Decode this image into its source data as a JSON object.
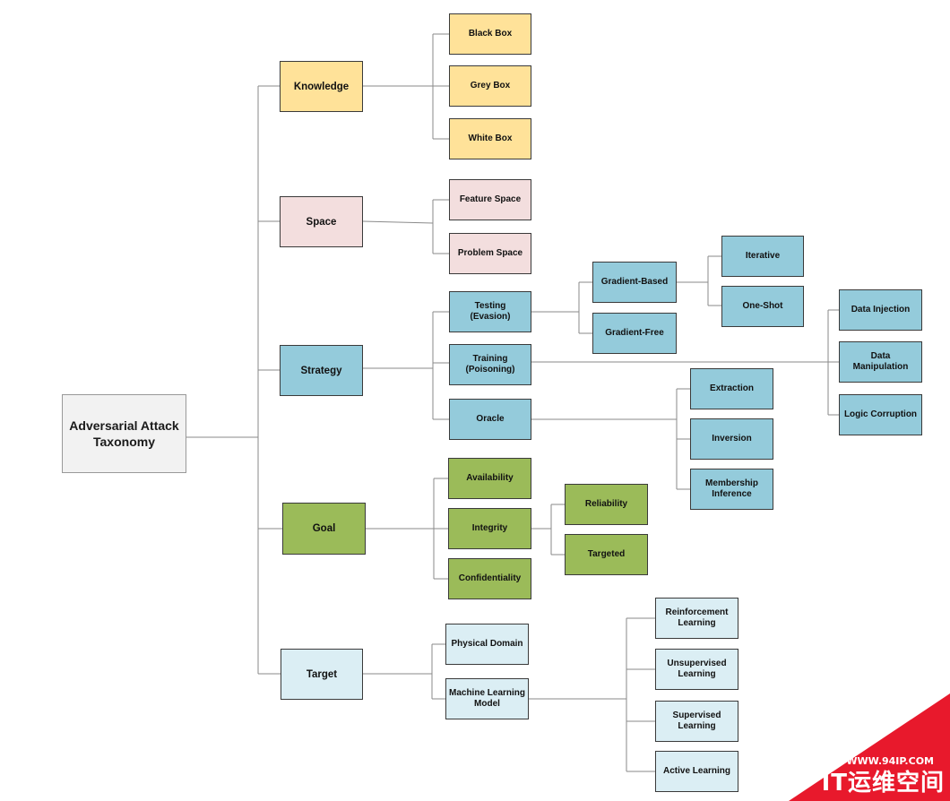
{
  "root": "Adversarial Attack\nTaxonomy",
  "knowledge": {
    "label": "Knowledge",
    "children": [
      "Black Box",
      "Grey Box",
      "White Box"
    ]
  },
  "space": {
    "label": "Space",
    "children": [
      "Feature Space",
      "Problem Space"
    ]
  },
  "strategy": {
    "label": "Strategy",
    "testing": "Testing\n(Evasion)",
    "training": "Training\n(Poisoning)",
    "oracle": "Oracle",
    "gradient_based": "Gradient-Based",
    "gradient_free": "Gradient-Free",
    "iterative": "Iterative",
    "one_shot": "One-Shot",
    "poisoning": [
      "Data Injection",
      "Data Manipulation",
      "Logic Corruption"
    ],
    "oracle_children": [
      "Extraction",
      "Inversion",
      "Membership\nInference"
    ]
  },
  "goal": {
    "label": "Goal",
    "availability": "Availability",
    "integrity": "Integrity",
    "confidentiality": "Confidentiality",
    "integrity_children": [
      "Reliability",
      "Targeted"
    ]
  },
  "target": {
    "label": "Target",
    "physical": "Physical Domain",
    "ml_model": "Machine Learning\nModel",
    "ml_children": [
      "Reinforcement\nLearning",
      "Unsupervised\nLearning",
      "Supervised Learning",
      "Active Learning"
    ]
  },
  "watermark": {
    "url": "WWW.94IP.COM",
    "name": "IT运维空间"
  },
  "colors": {
    "knowledge": "#ffe299",
    "space": "#f3dede",
    "strategy": "#94cbdb",
    "goal": "#9bbb59",
    "target": "#dbeef4",
    "watermark": "#e8192c"
  }
}
